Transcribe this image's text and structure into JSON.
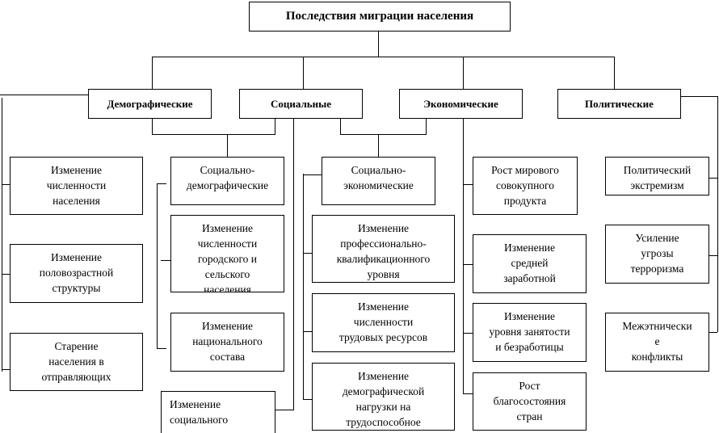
{
  "title": "Последствия миграции населения",
  "categories": [
    {
      "label": "Демографические"
    },
    {
      "label": "Социальные"
    },
    {
      "label": "Экономические"
    },
    {
      "label": "Политические"
    }
  ],
  "demographic": [
    "Изменение\nчисленности\nнаселения",
    "Изменение\nполовозрастной\nструктуры",
    "Старение\nнаселения в\nотправляющих"
  ],
  "socio_demographic": {
    "header": "Социально-\nдемографические",
    "items": [
      "Изменение\nчисленности\nгородского и\nсельского\nнаселения",
      "Изменение\nнационального\nсостава"
    ]
  },
  "social_extra": "Изменение\nсоциального",
  "socio_economic": {
    "header": "Социально-\nэкономические",
    "items": [
      "Изменение\nпрофессионально-\nквалификационного\nуровня",
      "Изменение\nчисленности\nтрудовых ресурсов",
      "Изменение\nдемографической\nнагрузки на\nтрудоспособное"
    ]
  },
  "economic": [
    "Рост мирового\nсовокупного\nпродукта",
    "Изменение\nсредней\nзаработной",
    "Изменение\nуровня занятости\nи безработицы",
    "Рост\nблагосостояния\nстран"
  ],
  "political": [
    "Политический\nэкстремизм",
    "Усиление\nугрозы\nтерроризма",
    "Межэтнически\nе\nконфликты"
  ]
}
